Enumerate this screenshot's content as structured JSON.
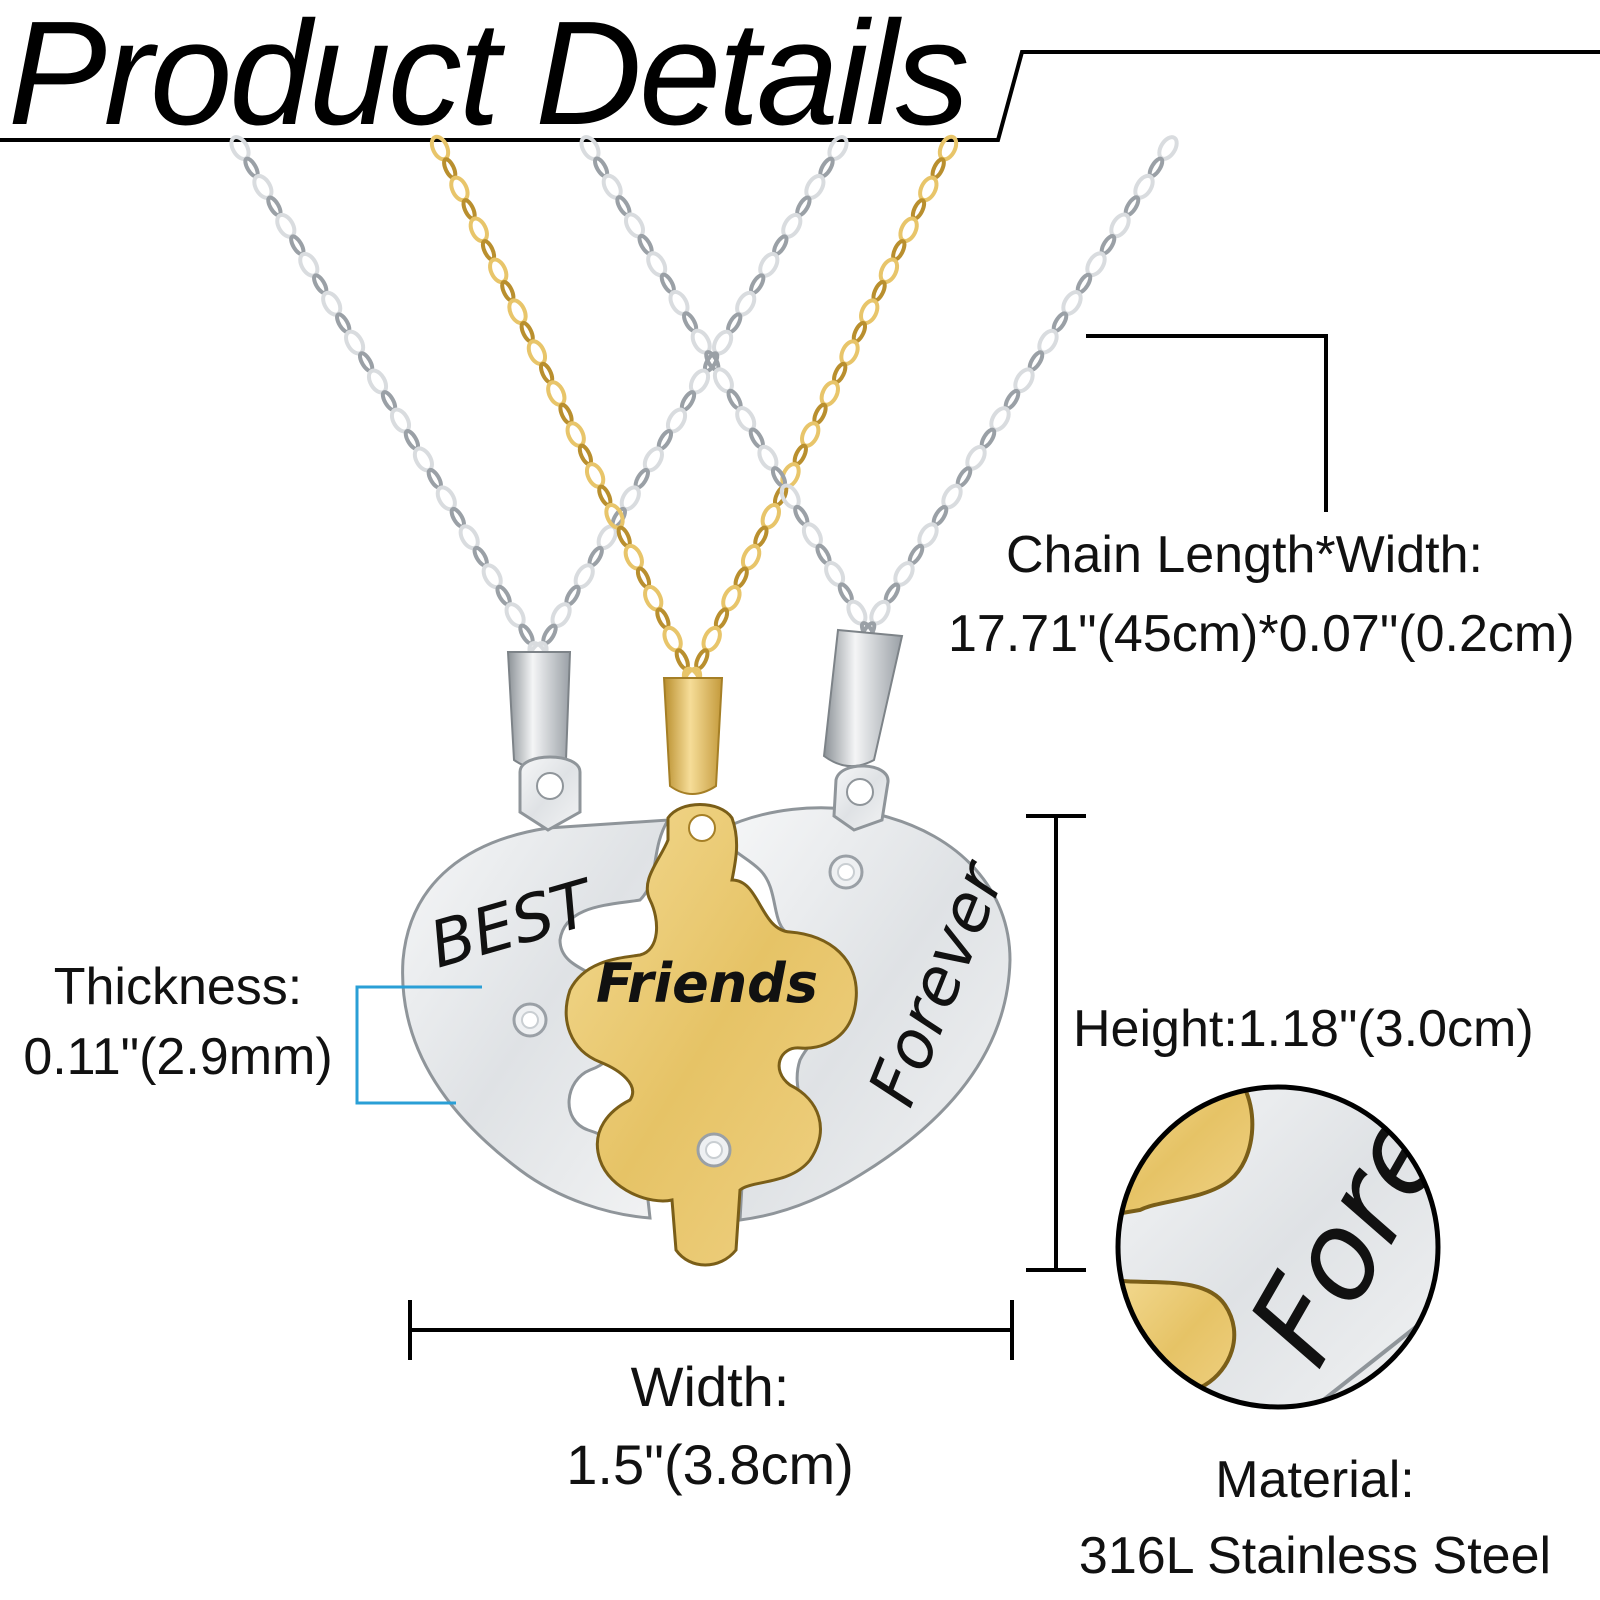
{
  "header": {
    "title": "Product Details"
  },
  "engraving": {
    "word1": "BEST",
    "word2": "Friends",
    "word3": "Forever",
    "zoom_text": "Fore"
  },
  "specs": {
    "chain_label": "Chain Length*Width:",
    "chain_value": "17.71\"(45cm)*0.07\"(0.2cm)",
    "thickness_label": "Thickness:",
    "thickness_value": "0.11\"(2.9mm)",
    "height_text": "Height:1.18\"(3.0cm)",
    "width_label": "Width:",
    "width_value": "1.5\"(3.8cm)",
    "material_label": "Material:",
    "material_value": "316L Stainless Steel"
  },
  "colors": {
    "silver": "#d9dcdf",
    "silver_dark": "#9aa0a6",
    "gold": "#e8c56a",
    "gold_dark": "#b98f2e",
    "thickness_bracket": "#2a9fd6"
  }
}
